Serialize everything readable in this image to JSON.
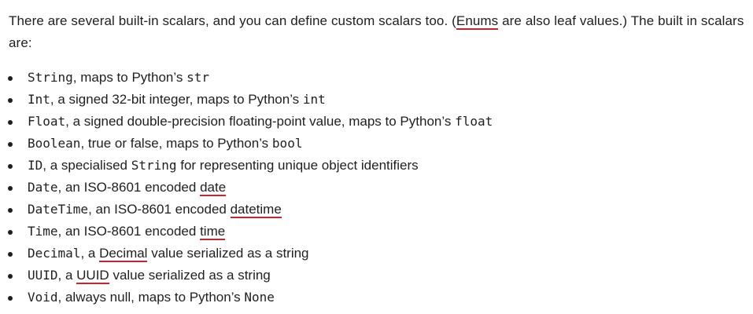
{
  "intro": {
    "before_link": "There are several built-in scalars, and you can define custom scalars too. (",
    "link": "Enums",
    "after_link": " are also leaf values.) The built in scalars are:"
  },
  "scalars": [
    {
      "code": "String",
      "text": ", maps to Python’s ",
      "code2": "str"
    },
    {
      "code": "Int",
      "text": ", a signed 32-bit integer, maps to Python’s ",
      "code2": "int"
    },
    {
      "code": "Float",
      "text": ", a signed double-precision floating-point value, maps to Python’s ",
      "code2": "float"
    },
    {
      "code": "Boolean",
      "text": ", true or false, maps to Python’s ",
      "code2": "bool"
    },
    {
      "code": "ID",
      "text": ", a specialised ",
      "code2": "String",
      "text2": " for representing unique object identifiers"
    },
    {
      "code": "Date",
      "text": ", an ISO-8601 encoded ",
      "link": "date"
    },
    {
      "code": "DateTime",
      "text": ", an ISO-8601 encoded ",
      "link": "datetime"
    },
    {
      "code": "Time",
      "text": ", an ISO-8601 encoded ",
      "link": "time"
    },
    {
      "code": "Decimal",
      "text": ", a ",
      "link": "Decimal",
      "text2": " value serialized as a string"
    },
    {
      "code": "UUID",
      "text": ", a ",
      "link": "UUID",
      "text2": " value serialized as a string"
    },
    {
      "code": "Void",
      "text": ", always null, maps to Python’s ",
      "code2": "None"
    }
  ]
}
